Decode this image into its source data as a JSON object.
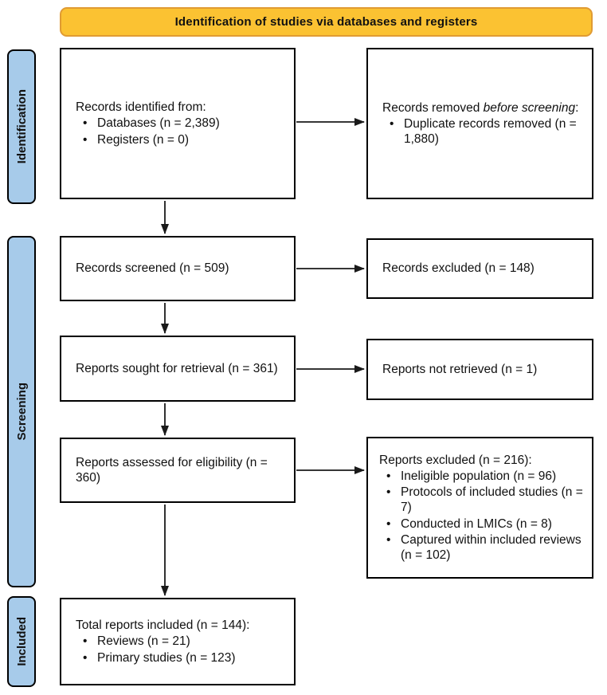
{
  "banner": {
    "title": "Identification of studies via databases and registers"
  },
  "sidebar": {
    "identification": "Identification",
    "screening": "Screening",
    "included": "Included"
  },
  "boxes": {
    "records_identified": {
      "title": "Records identified from:",
      "items": [
        "Databases (n = 2,389)",
        "Registers (n = 0)"
      ]
    },
    "records_removed": {
      "prefix": "Records removed ",
      "italic": "before screening",
      "suffix": ":",
      "items": [
        "Duplicate records removed (n = 1,880)"
      ]
    },
    "records_screened": {
      "title": "Records screened (n = 509)"
    },
    "records_excluded": {
      "title": "Records excluded (n = 148)"
    },
    "reports_sought": {
      "title": "Reports sought for retrieval (n = 361)"
    },
    "reports_not_retrieved": {
      "title": "Reports not retrieved (n = 1)"
    },
    "reports_assessed": {
      "title": "Reports assessed for eligibility (n = 360)"
    },
    "reports_excluded": {
      "title": "Reports excluded (n = 216):",
      "items": [
        "Ineligible population (n = 96)",
        "Protocols of included studies (n = 7)",
        "Conducted in LMICs (n = 8)",
        "Captured within included reviews (n = 102)"
      ]
    },
    "total_included": {
      "title": "Total reports included (n = 144):",
      "items": [
        "Reviews (n = 21)",
        "Primary studies (n = 123)"
      ]
    }
  },
  "colors": {
    "banner_fill": "#FBC232",
    "banner_border": "#E09B33",
    "stage_fill": "#A7CBEA",
    "box_border": "#000000",
    "arrow": "#1a1a1a"
  }
}
